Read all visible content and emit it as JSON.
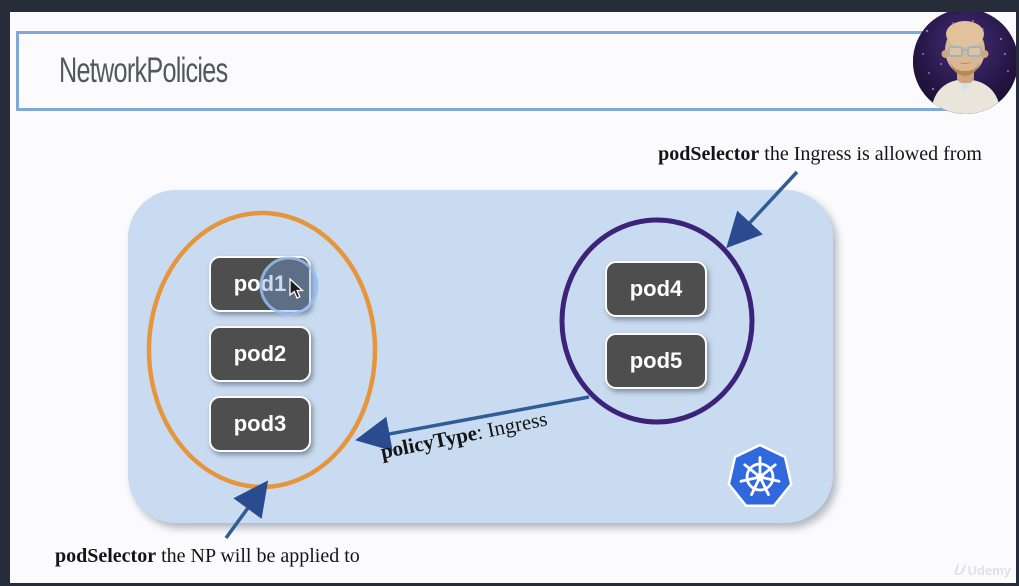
{
  "window": {
    "frame_color": "#262c39",
    "background": "#fbfbfd"
  },
  "header": {
    "title": "NetworkPolicies",
    "border_color": "#7fa9d8"
  },
  "annotations": {
    "top_bold": "podSelector",
    "top_rest": " the Ingress is allowed from",
    "policy_bold": "policyType",
    "policy_rest": ": Ingress",
    "bottom_bold": "podSelector",
    "bottom_rest": " the NP will be applied to"
  },
  "diagram": {
    "namespace_fill": "#c9dbf0",
    "selected_group_color": "#e6953d",
    "allowed_group_color": "#3a2379",
    "arrow_color": "#2f5d96",
    "pod_fill": "#4e4e4e",
    "kubernetes_blue": "#3069de",
    "pods_selected": [
      "pod1",
      "pod2",
      "pod3"
    ],
    "pods_allowed": [
      "pod4",
      "pod5"
    ]
  },
  "watermark": {
    "label": "Udemy"
  }
}
